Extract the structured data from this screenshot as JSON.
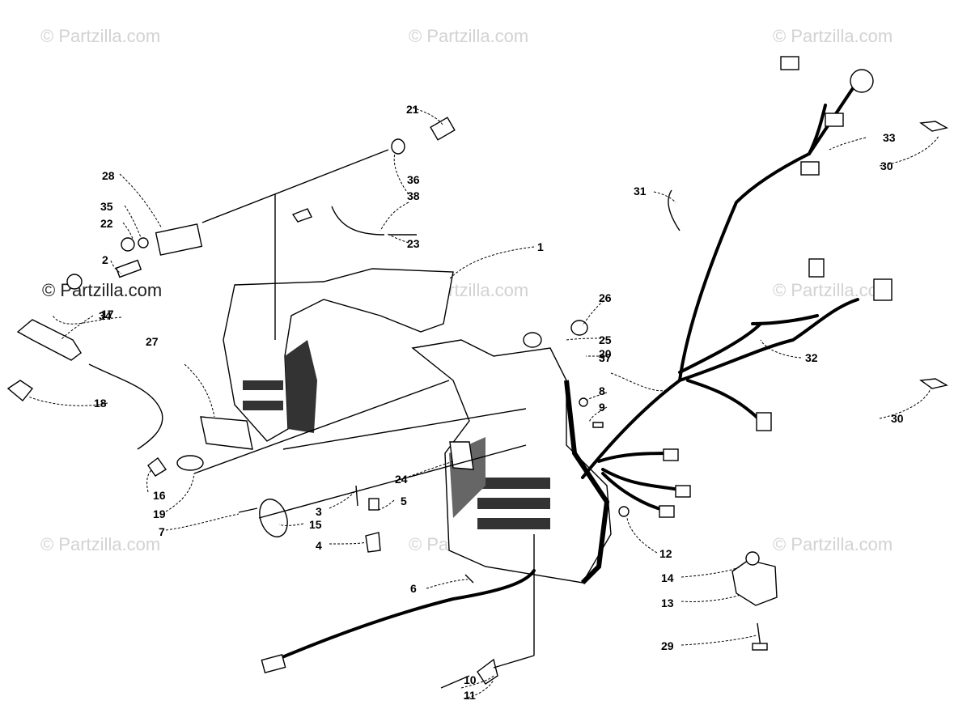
{
  "watermarks": {
    "top_left": "© Partzilla.com",
    "top_center": "© Partzilla.com",
    "top_right": "© Partzilla.com",
    "mid_left": "© Partzilla.com",
    "mid_center": "© Partzilla.com",
    "mid_right": "© Partzilla.com",
    "bottom_left": "© Partzilla.com",
    "bottom_center": "© Partzilla.com",
    "bottom_right": "© Partzilla.com"
  },
  "callouts": {
    "c1": "1",
    "c2": "2",
    "c3": "3",
    "c4": "4",
    "c5": "5",
    "c6": "6",
    "c7": "7",
    "c8": "8",
    "c9": "9",
    "c10": "10",
    "c11": "11",
    "c12": "12",
    "c13": "13",
    "c14": "14",
    "c15": "15",
    "c16": "16",
    "c17": "17",
    "c18": "18",
    "c19": "19",
    "c20": "20",
    "c21": "21",
    "c22": "22",
    "c23": "23",
    "c24": "24",
    "c25": "25",
    "c26": "26",
    "c27": "27",
    "c28": "28",
    "c29": "29",
    "c30a": "30",
    "c30b": "30",
    "c31": "31",
    "c32": "32",
    "c33": "33",
    "c34": "34",
    "c35": "35",
    "c36": "36",
    "c37": "37",
    "c38": "38"
  },
  "colors": {
    "ink": "#000000",
    "watermark": "#d2d2d2",
    "paper": "#ffffff"
  }
}
